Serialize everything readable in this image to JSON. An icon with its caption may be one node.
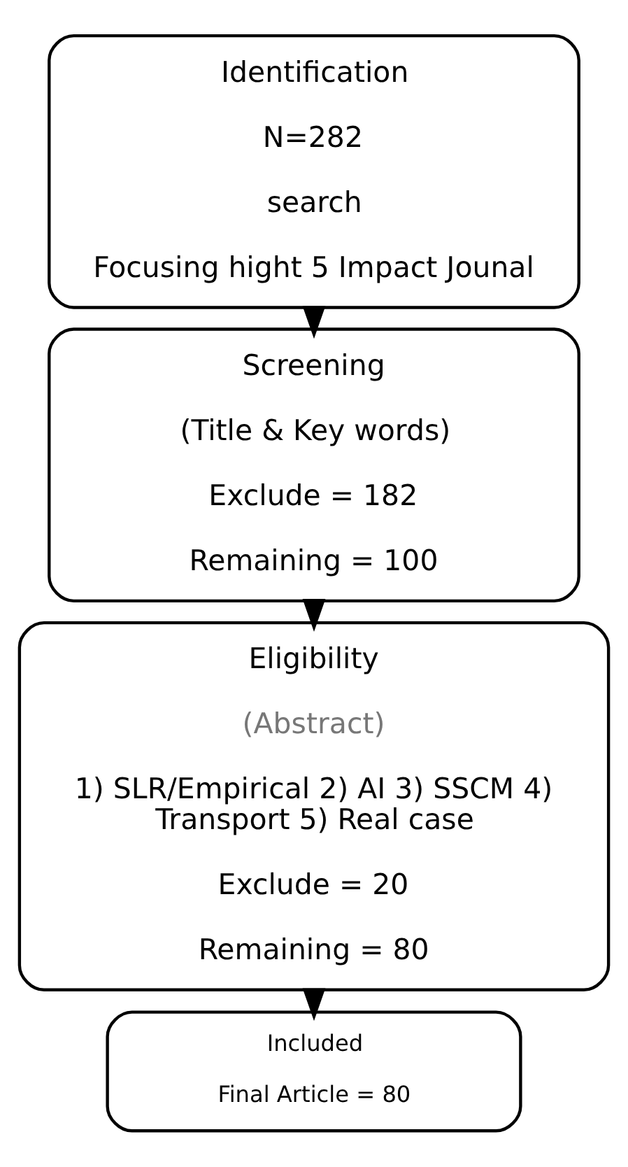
{
  "diagram": {
    "nodes": [
      {
        "text": [
          "Identification",
          "N=282",
          "search",
          "Focusing hight 5 Impact Jounal"
        ]
      },
      {
        "text": [
          "Screening",
          "(Title & Key words)",
          "Exclude = 182",
          "Remaining = 100"
        ]
      },
      {
        "text": [
          "Eligibility",
          "(Abstract)",
          "1) SLR/Empirical 2) AI 3) SSCM 4) Transport 5) Real case",
          "Exclude = 20",
          "Remaining = 80"
        ]
      },
      {
        "text": [
          "Included",
          "Final Article = 80"
        ]
      }
    ],
    "edges": [
      {
        "from": 0,
        "to": 1,
        "arrow": "to"
      },
      {
        "from": 1,
        "to": 2,
        "arrow": "to"
      },
      {
        "from": 2,
        "to": 3,
        "arrow": "to"
      }
    ]
  }
}
